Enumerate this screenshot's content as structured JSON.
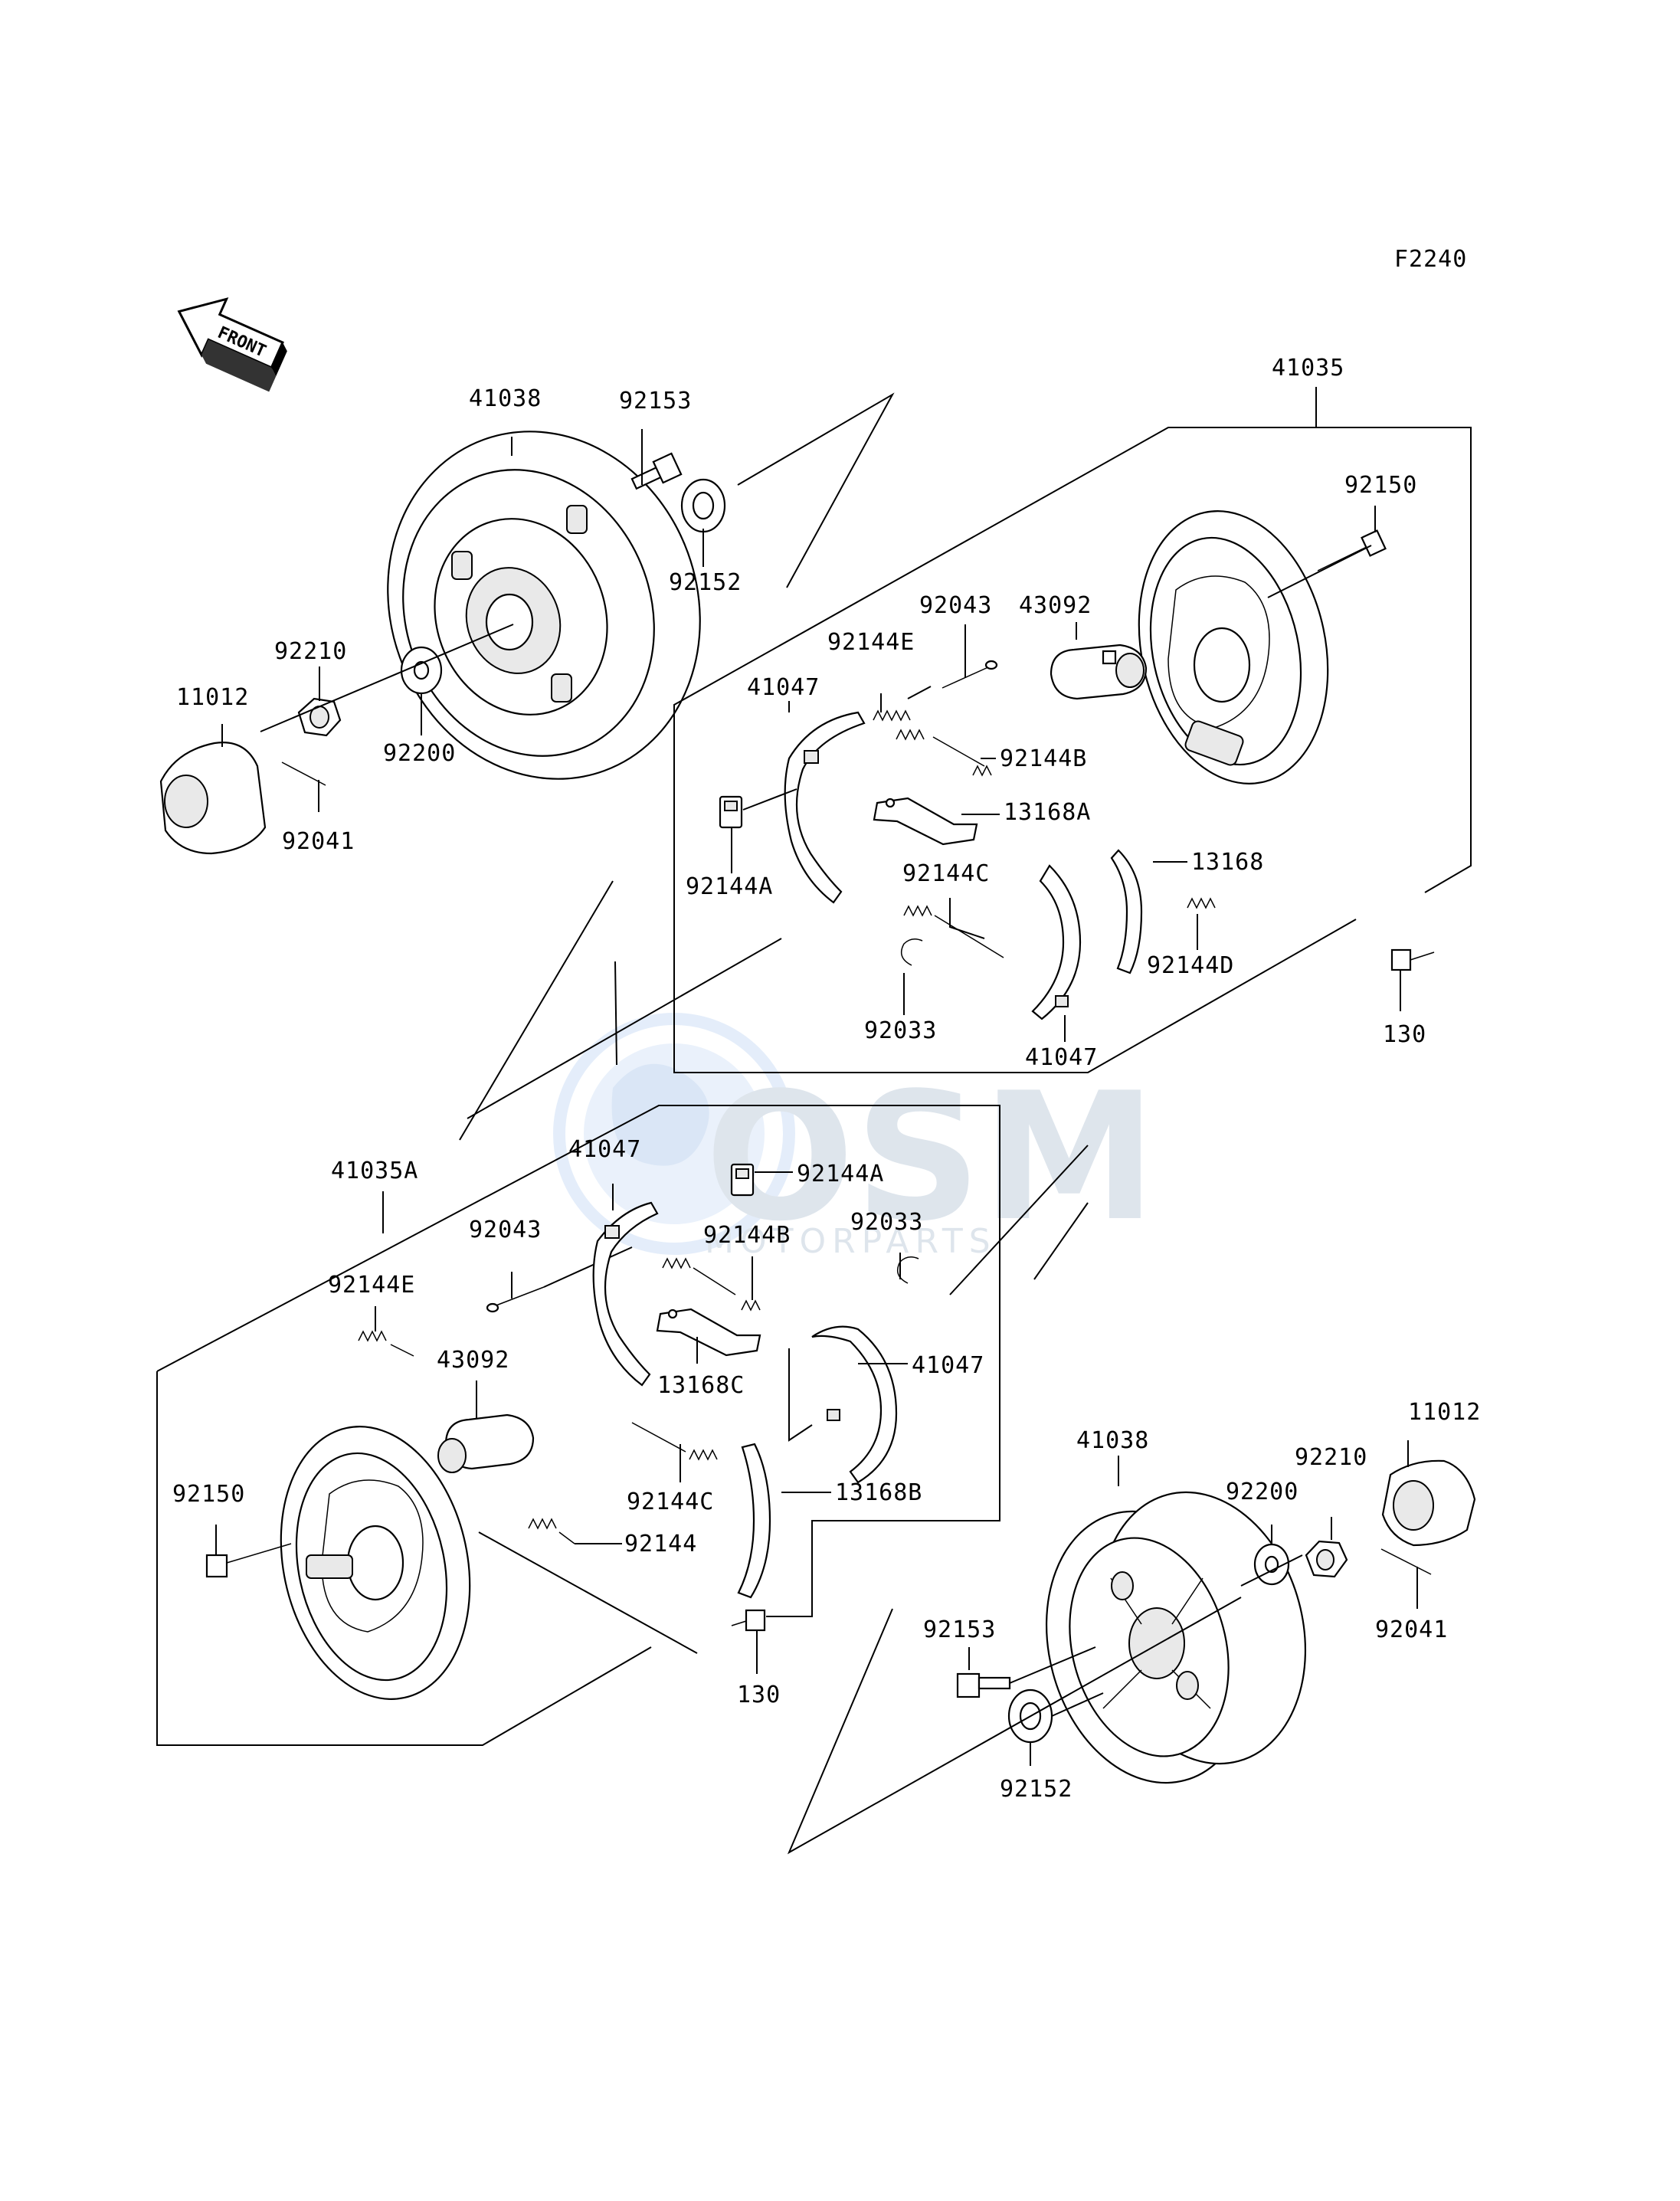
{
  "diagram_code": "F2240",
  "front_indicator": "FRONT",
  "watermark": {
    "brand": "OSM",
    "sub": "MOTORPARTS"
  },
  "labels": {
    "a41038": "41038",
    "a92153": "92153",
    "a92152": "92152",
    "a92210": "92210",
    "a11012": "11012",
    "a92200": "92200",
    "a92041": "92041",
    "a41035": "41035",
    "a92150": "92150",
    "a92043": "92043",
    "a43092": "43092",
    "a92144E": "92144E",
    "a41047top": "41047",
    "a92144B": "92144B",
    "a13168A": "13168A",
    "a92144A": "92144A",
    "a92144C": "92144C",
    "a13168": "13168",
    "a92144D": "92144D",
    "a92033": "92033",
    "a41047bot": "41047",
    "a130": "130",
    "b41035A": "41035A",
    "b41047top": "41047",
    "b92144A": "92144A",
    "b92043": "92043",
    "b92144B": "92144B",
    "b92033": "92033",
    "b92144E": "92144E",
    "b43092": "43092",
    "b13168C": "13168C",
    "b41047right": "41047",
    "b92150": "92150",
    "b92144C": "92144C",
    "b13168B": "13168B",
    "b92144": "92144",
    "b130": "130",
    "b41038": "41038",
    "b92200": "92200",
    "b92210": "92210",
    "b11012": "11012",
    "b92041": "92041",
    "b92153": "92153",
    "b92152": "92152"
  }
}
